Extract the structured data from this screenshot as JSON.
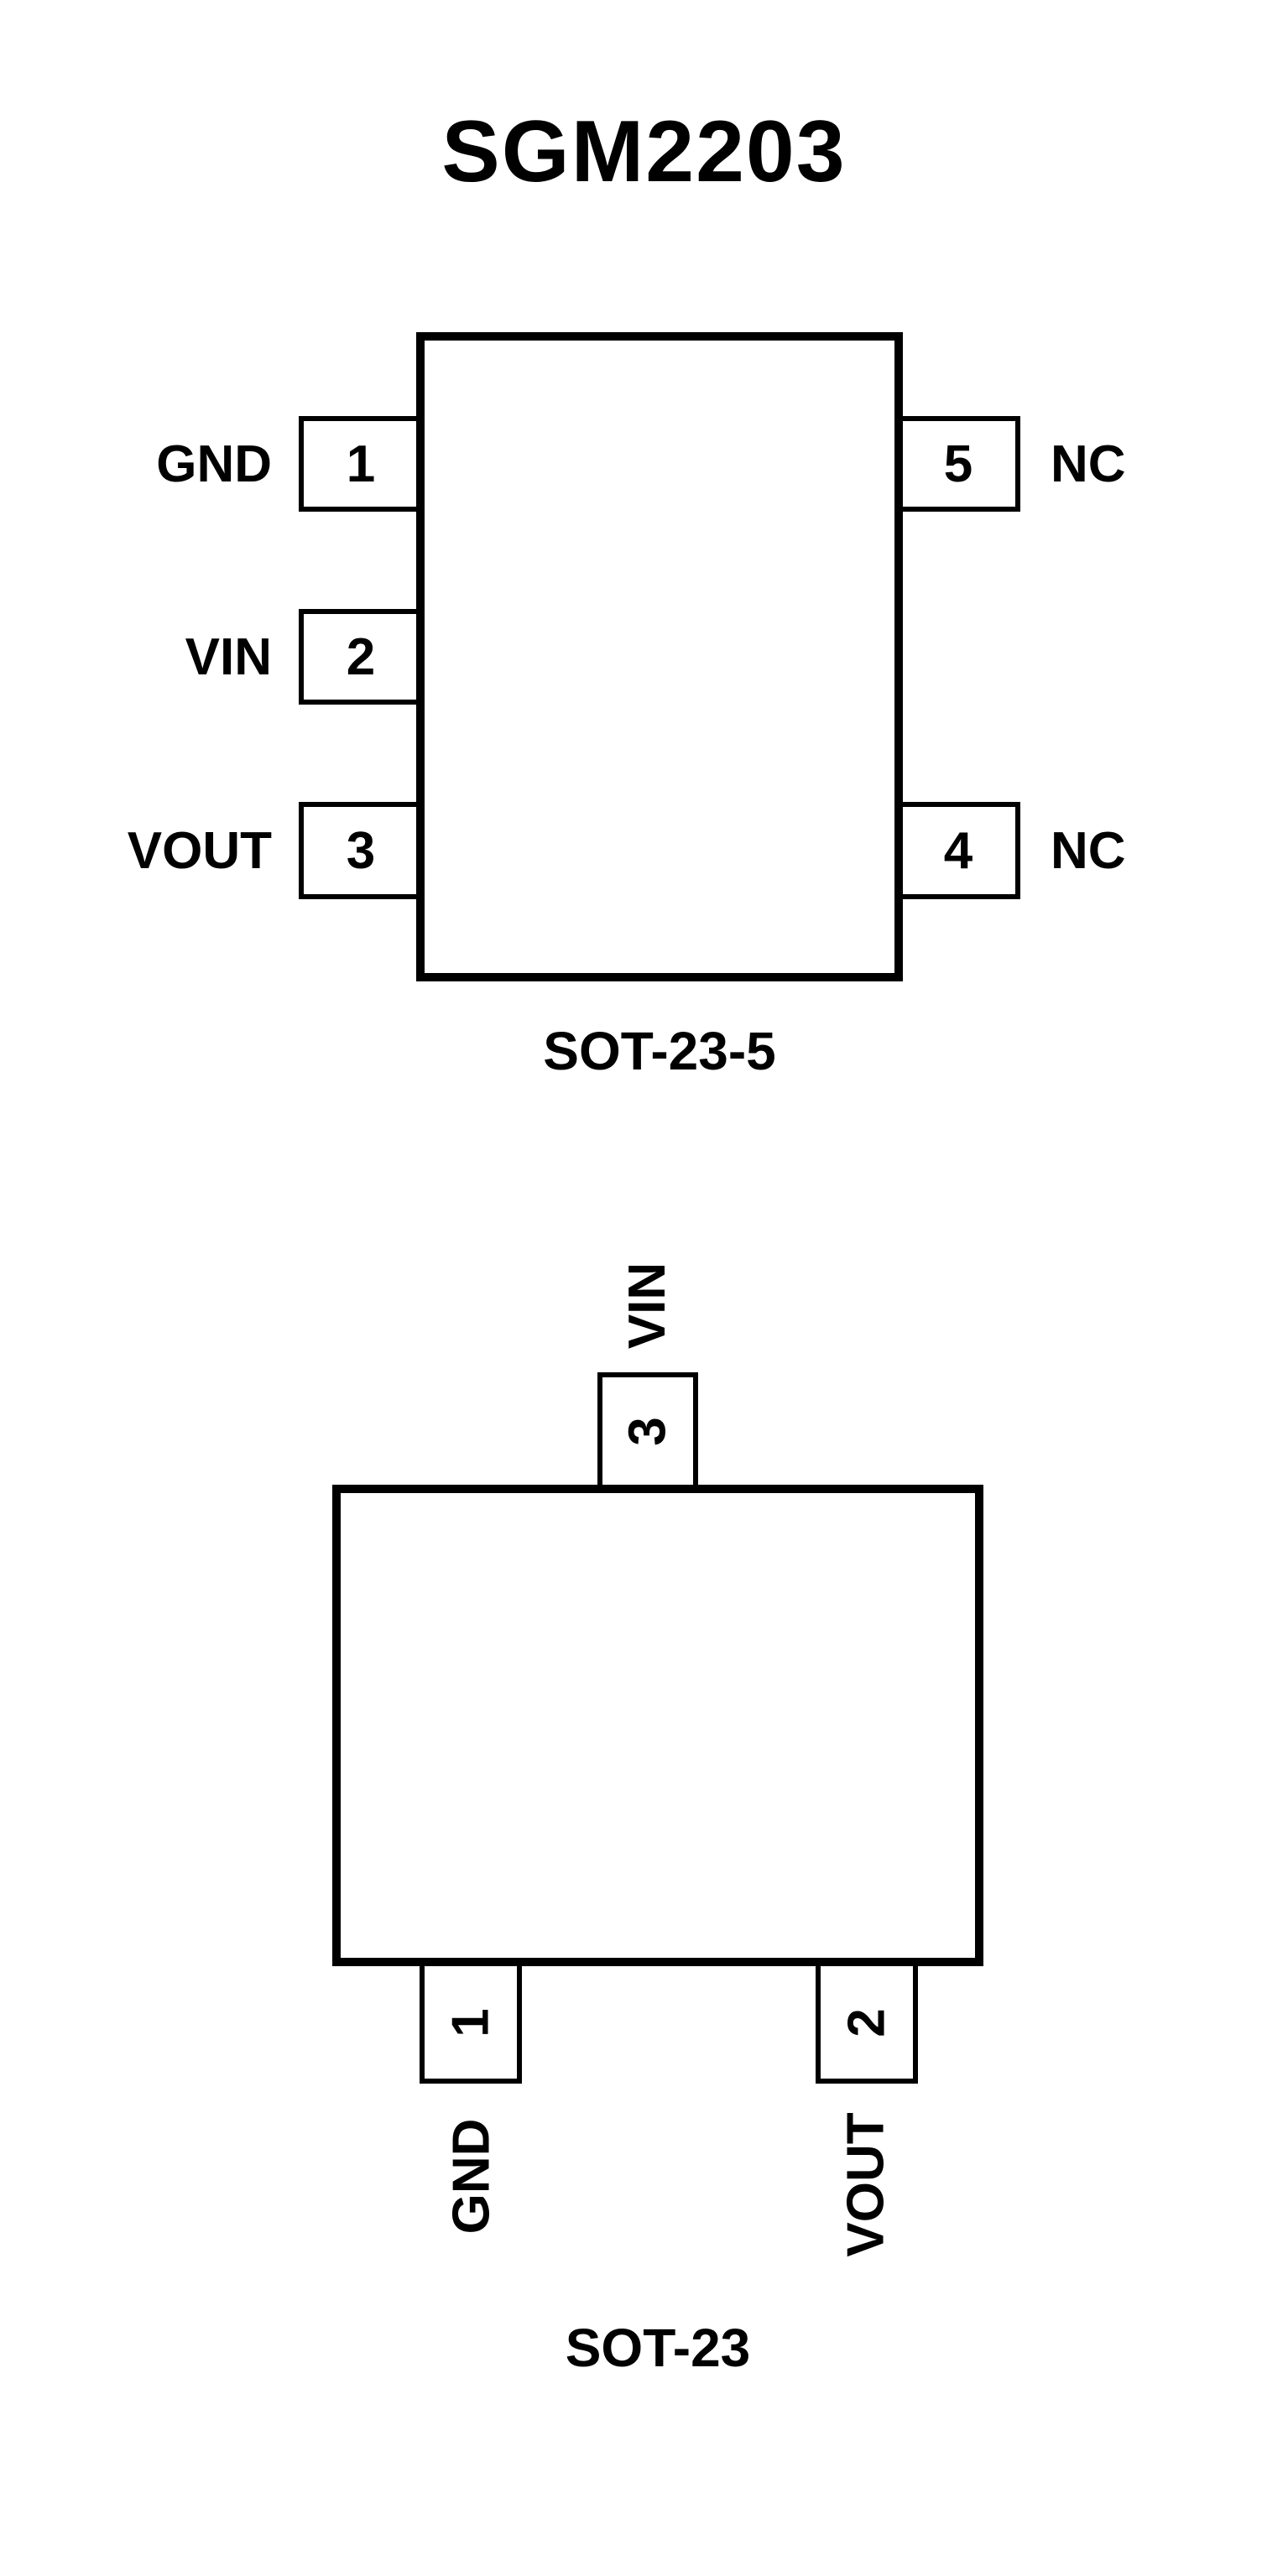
{
  "title": "SGM2203",
  "diagrams": [
    {
      "caption": "SOT-23-5",
      "pins": [
        {
          "number": "1",
          "label": "GND",
          "side": "left"
        },
        {
          "number": "2",
          "label": "VIN",
          "side": "left"
        },
        {
          "number": "3",
          "label": "VOUT",
          "side": "left"
        },
        {
          "number": "4",
          "label": "NC",
          "side": "right"
        },
        {
          "number": "5",
          "label": "NC",
          "side": "right"
        }
      ]
    },
    {
      "caption": "SOT-23",
      "pins": [
        {
          "number": "1",
          "label": "GND",
          "side": "bottom"
        },
        {
          "number": "2",
          "label": "VOUT",
          "side": "bottom"
        },
        {
          "number": "3",
          "label": "VIN",
          "side": "top"
        }
      ]
    }
  ]
}
